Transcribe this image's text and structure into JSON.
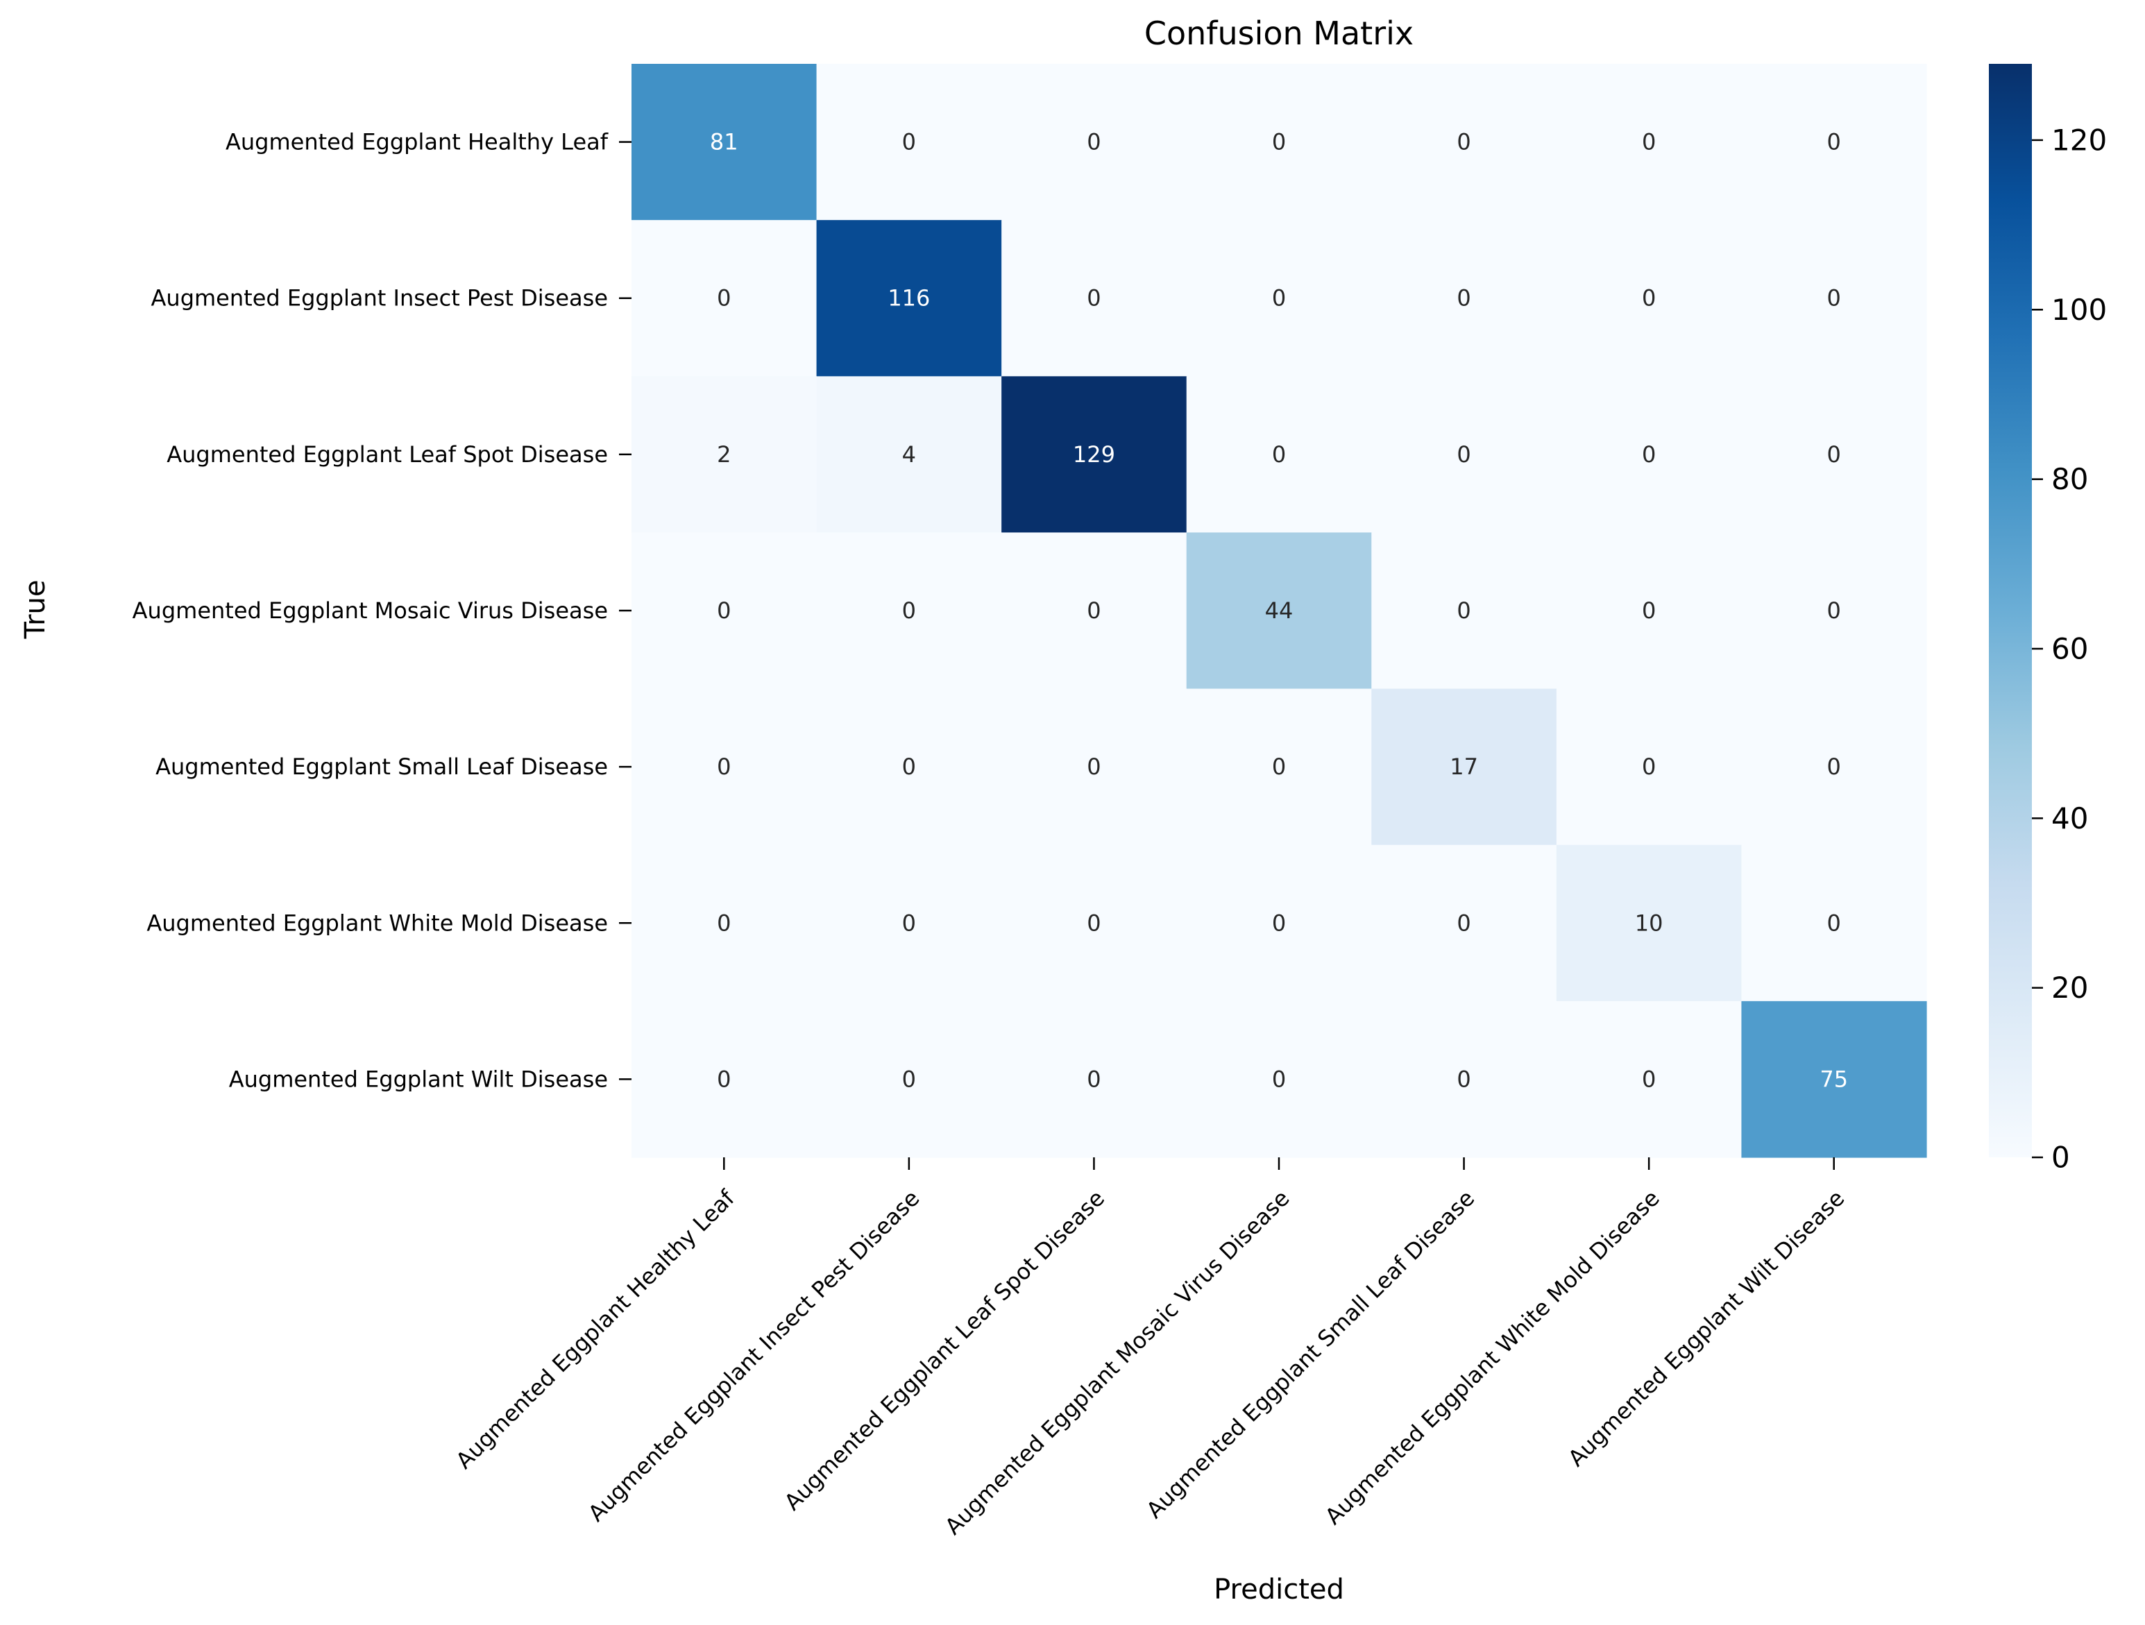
{
  "chart_data": {
    "type": "heatmap",
    "title": "Confusion Matrix",
    "xlabel": "Predicted",
    "ylabel": "True",
    "x_categories": [
      "Augmented Eggplant Healthy Leaf",
      "Augmented Eggplant Insect Pest Disease",
      "Augmented Eggplant Leaf Spot Disease",
      "Augmented Eggplant Mosaic Virus Disease",
      "Augmented Eggplant Small Leaf Disease",
      "Augmented Eggplant White Mold Disease",
      "Augmented Eggplant Wilt Disease"
    ],
    "y_categories": [
      "Augmented Eggplant Healthy Leaf",
      "Augmented Eggplant Insect Pest Disease",
      "Augmented Eggplant Leaf Spot Disease",
      "Augmented Eggplant Mosaic Virus Disease",
      "Augmented Eggplant Small Leaf Disease",
      "Augmented Eggplant White Mold Disease",
      "Augmented Eggplant Wilt Disease"
    ],
    "matrix": [
      [
        81,
        0,
        0,
        0,
        0,
        0,
        0
      ],
      [
        0,
        116,
        0,
        0,
        0,
        0,
        0
      ],
      [
        2,
        4,
        129,
        0,
        0,
        0,
        0
      ],
      [
        0,
        0,
        0,
        44,
        0,
        0,
        0
      ],
      [
        0,
        0,
        0,
        0,
        17,
        0,
        0
      ],
      [
        0,
        0,
        0,
        0,
        0,
        10,
        0
      ],
      [
        0,
        0,
        0,
        0,
        0,
        0,
        75
      ]
    ],
    "colormap": "Blues",
    "color_range": [
      0,
      129
    ],
    "colorbar_ticks": [
      0,
      20,
      40,
      60,
      80,
      100,
      120
    ],
    "grid": false
  }
}
